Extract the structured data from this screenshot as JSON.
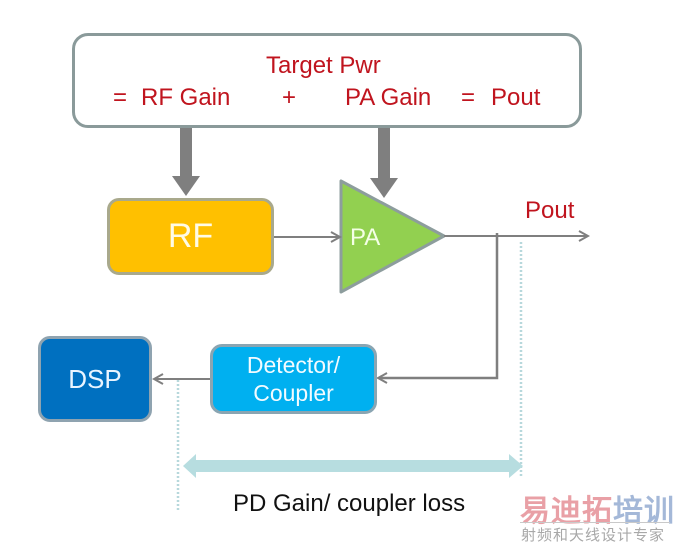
{
  "equation": {
    "line1": "Target Pwr",
    "line2_parts": [
      "=",
      "RF Gain",
      "+",
      "PA Gain",
      "=",
      "Pout"
    ]
  },
  "blocks": {
    "rf": "RF",
    "pa": "PA",
    "dsp": "DSP",
    "detector_line1": "Detector/",
    "detector_line2": "Coupler"
  },
  "labels": {
    "pout": "Pout",
    "pd_gain": "PD Gain/ coupler loss"
  },
  "watermark": {
    "title_red": "易迪拓",
    "title_blue": "培训",
    "subtitle": "射频和天线设计专家"
  },
  "colors": {
    "rf": "#ffc000",
    "pa": "#92d050",
    "dsp": "#0070c0",
    "detector": "#00b0f0",
    "equation_text": "#c0141e",
    "arrow": "#7f7f7f",
    "span_arrow": "#b7dde0"
  }
}
